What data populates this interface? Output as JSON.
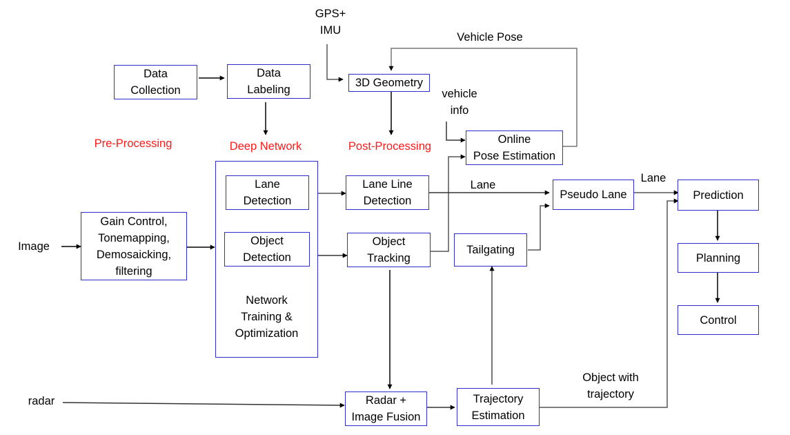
{
  "diagram": {
    "title": "Autonomous driving perception pipeline",
    "colors": {
      "box_border": "#2d2dcf",
      "stage_label": "#ff1a1a",
      "arrow_dark": "#000000",
      "arrow_gray": "#555555"
    },
    "stage_labels": {
      "pre_processing": "Pre-Processing",
      "deep_network": "Deep Network",
      "post_processing": "Post-Processing"
    },
    "inputs": {
      "image": "Image",
      "radar": "radar",
      "gps_imu": "GPS+\nIMU",
      "vehicle_info": "vehicle\ninfo"
    },
    "nodes": {
      "data_collection": "Data\nCollection",
      "data_labeling": "Data\nLabeling",
      "geometry_3d": "3D Geometry",
      "online_pose": "Online\nPose Estimation",
      "gain_control": "Gain Control,\nTonemapping,\nDemosaicking,\nfiltering",
      "network_training": "Network\nTraining &\nOptimization",
      "lane_detection": "Lane\nDetection",
      "object_detection": "Object\nDetection",
      "lane_line_detection": "Lane Line\nDetection",
      "object_tracking": "Object\nTracking",
      "tailgating": "Tailgating",
      "pseudo_lane": "Pseudo Lane",
      "prediction": "Prediction",
      "planning": "Planning",
      "control": "Control",
      "radar_image_fusion": "Radar +\nImage Fusion",
      "trajectory_estimation": "Trajectory\nEstimation"
    },
    "edge_labels": {
      "vehicle_pose": "Vehicle Pose",
      "lane_1": "Lane",
      "lane_2": "Lane",
      "object_with_trajectory": "Object with\ntrajectory"
    }
  }
}
